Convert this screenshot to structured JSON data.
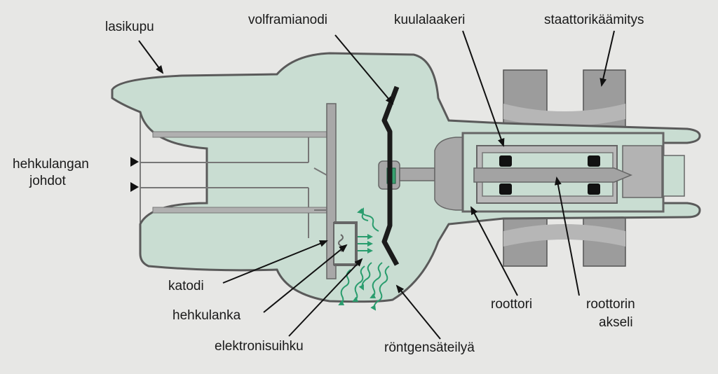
{
  "diagram": {
    "labels": {
      "glass_envelope": "lasikupu",
      "tungsten_anode": "volframianodi",
      "ball_bearing": "kuulalaakeri",
      "stator_winding": "staattorikäämitys",
      "filament_leads_1": "hehkulangan",
      "filament_leads_2": "johdot",
      "cathode": "katodi",
      "filament": "hehkulanka",
      "electron_beam": "elektronisuihku",
      "xray_radiation": "röntgensäteilyä",
      "rotor": "roottori",
      "rotor_axle_1": "roottorin",
      "rotor_axle_2": "akseli"
    },
    "colors": {
      "background": "#e7e7e5",
      "glass_fill": "#c9ddd2",
      "outline": "#5a5a5a",
      "metal": "#a8a8a8",
      "stator": "#9c9c9c",
      "anode": "#1b1b1b",
      "xray": "#2a9d6e",
      "pointer": "#111111"
    }
  }
}
